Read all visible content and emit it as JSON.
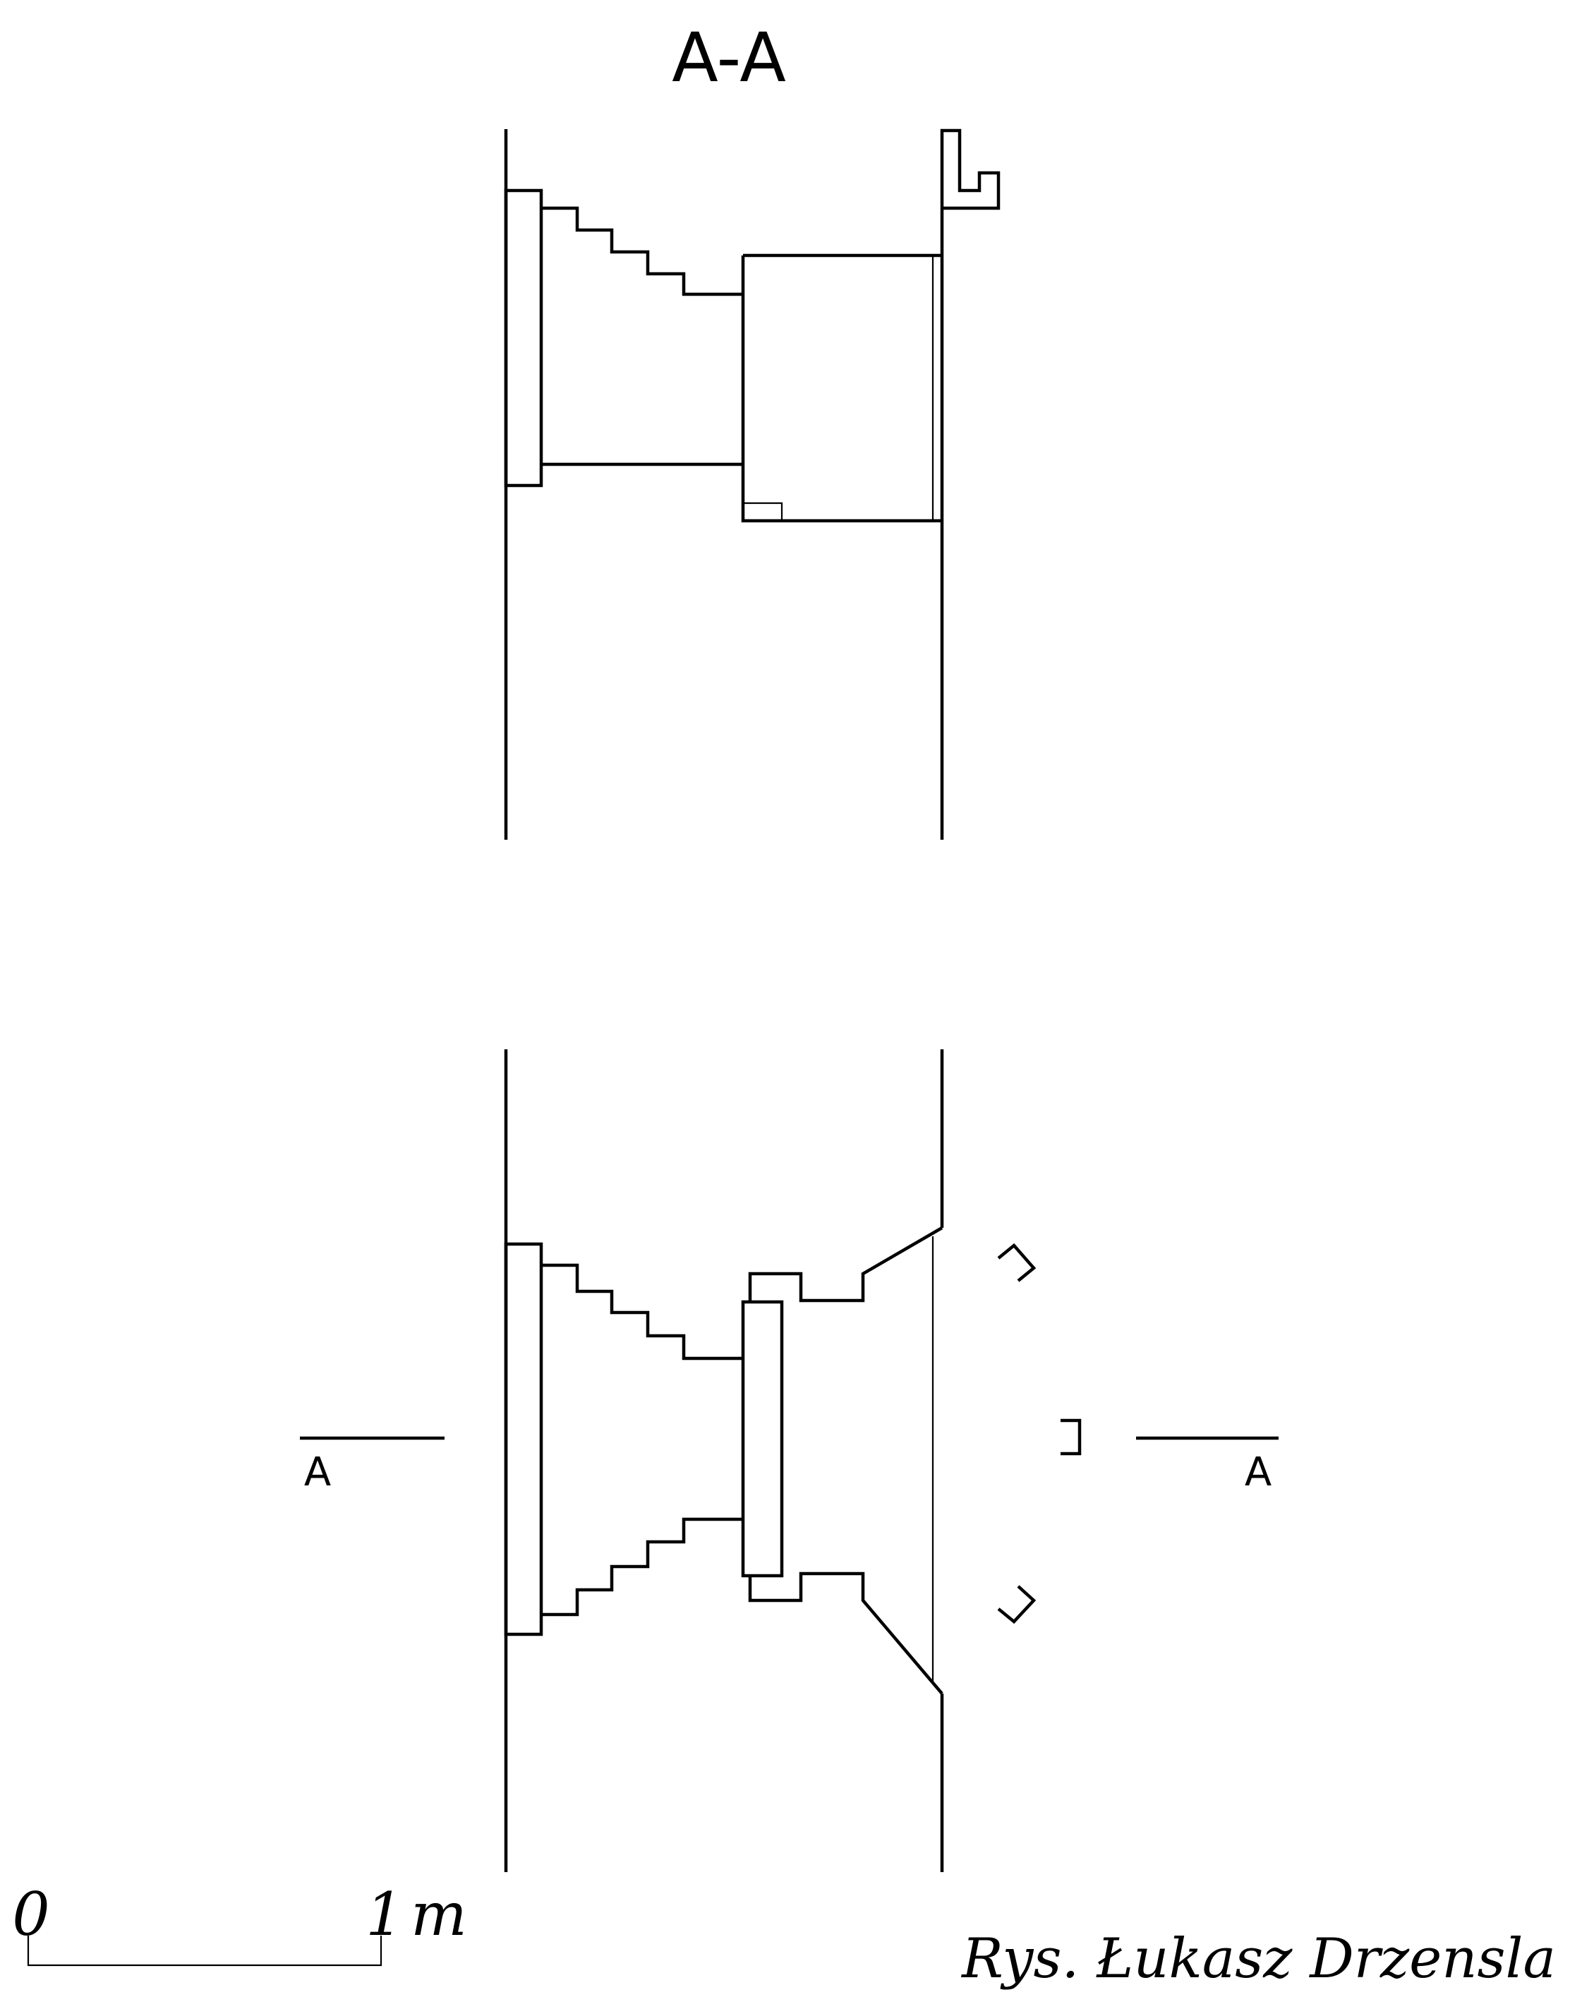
{
  "section": {
    "title": "A-A",
    "marker_left": "A",
    "marker_right": "A"
  },
  "scale_bar": {
    "start_label": "0",
    "end_label": "1",
    "unit": "m"
  },
  "credit": "Rys. Łukasz Drzensla"
}
